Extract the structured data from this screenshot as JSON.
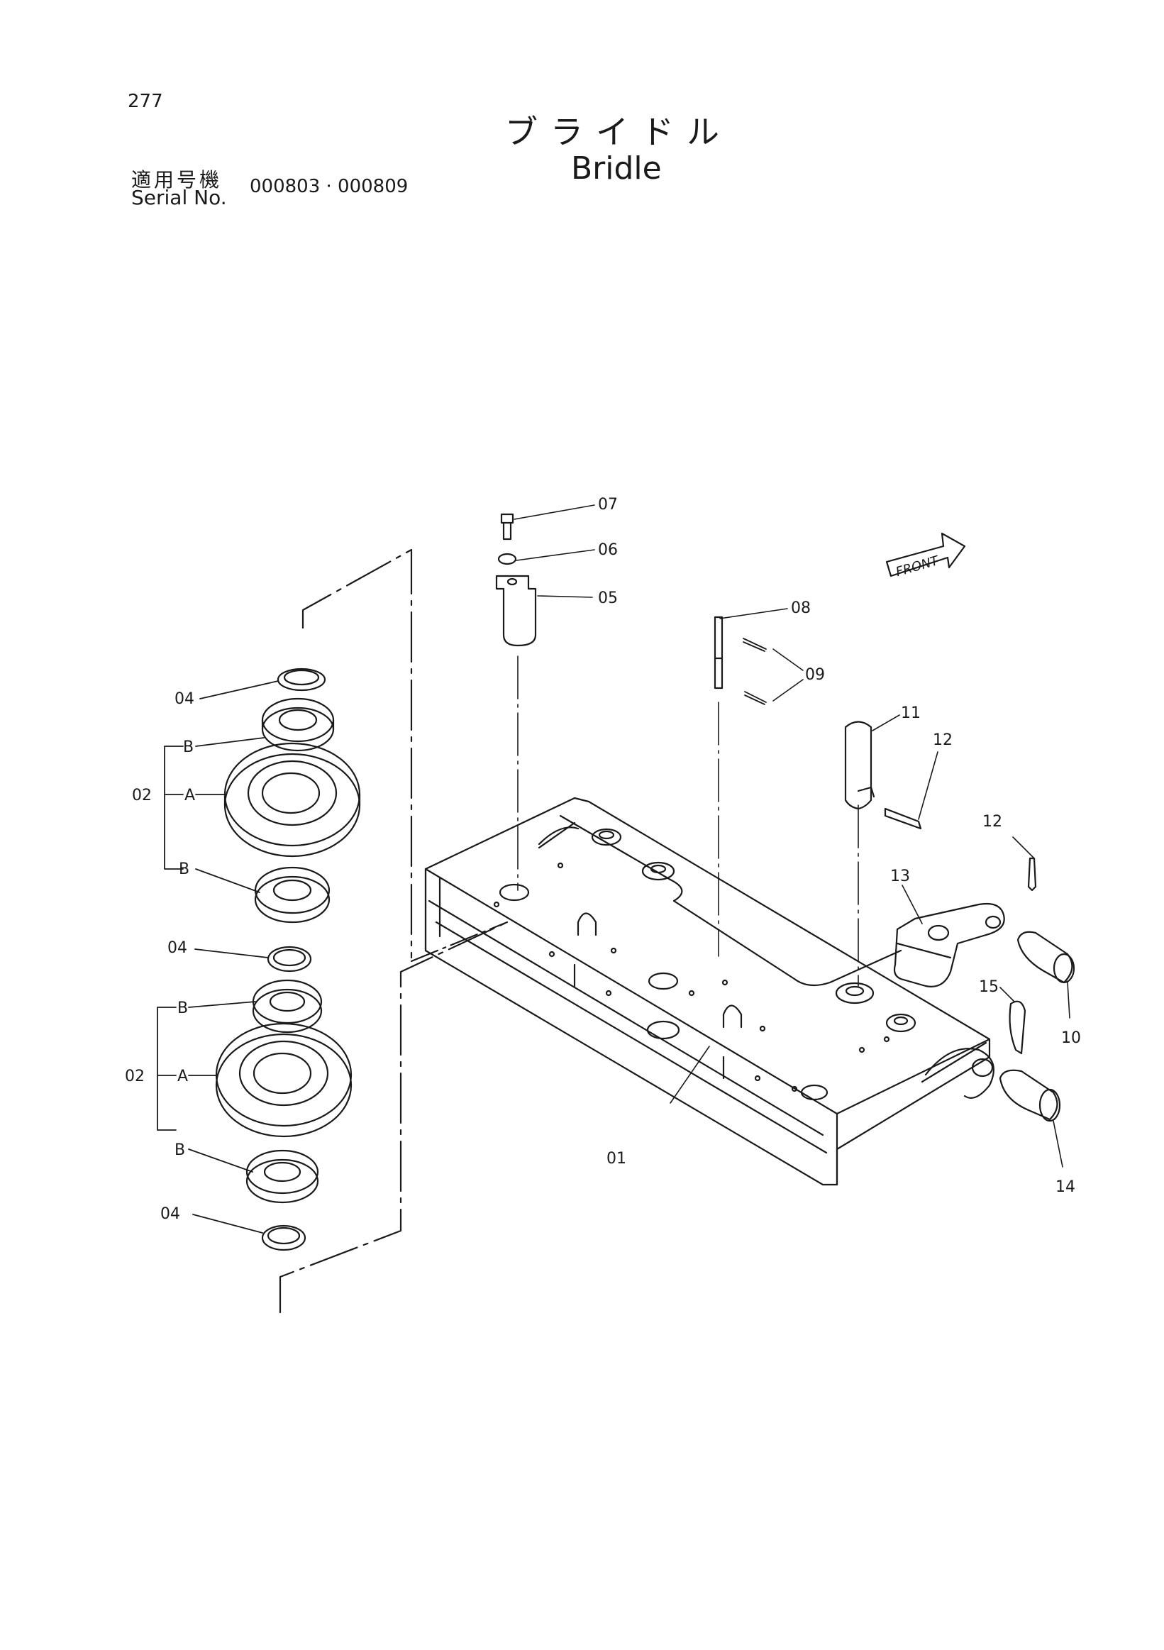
{
  "header": {
    "page_number": "277",
    "title_jp": "ブライドル",
    "title_en": "Bridle",
    "serial_label_jp": "適用号機",
    "serial_label_en": "Serial No.",
    "serial_range": "000803 · 000809"
  },
  "front_marker": "FRONT",
  "callouts": {
    "c01": "01",
    "c02a": "02",
    "c02b": "02",
    "c04a": "04",
    "c04b": "04",
    "c04c": "04",
    "c05": "05",
    "c06": "06",
    "c07": "07",
    "c08": "08",
    "c09": "09",
    "c10": "10",
    "c11": "11",
    "c12a": "12",
    "c12b": "12",
    "c13": "13",
    "c14": "14",
    "c15": "15",
    "a1": "A",
    "a2": "A",
    "b1": "B",
    "b2": "B",
    "b3": "B",
    "b4": "B"
  },
  "colors": {
    "ink": "#1a1a1a",
    "paper": "#ffffff"
  }
}
